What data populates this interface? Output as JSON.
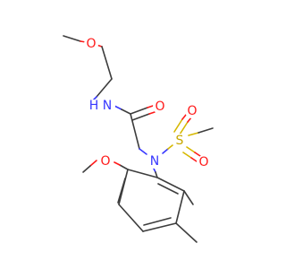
{
  "atoms": {
    "methoxy_o_top": "O",
    "amide_n": "N",
    "amide_h": "H",
    "carbonyl_o": "O",
    "sulfonamide_n": "N",
    "sulfur": "S",
    "sulfonyl_o_upper": "O",
    "sulfonyl_o_lower": "O",
    "aryl_methoxy_o": "O"
  },
  "colors": {
    "carbon_bond": "#3d3d3d",
    "oxygen": "#ff1a1a",
    "nitrogen": "#3838ff",
    "sulfur": "#c8a800"
  }
}
